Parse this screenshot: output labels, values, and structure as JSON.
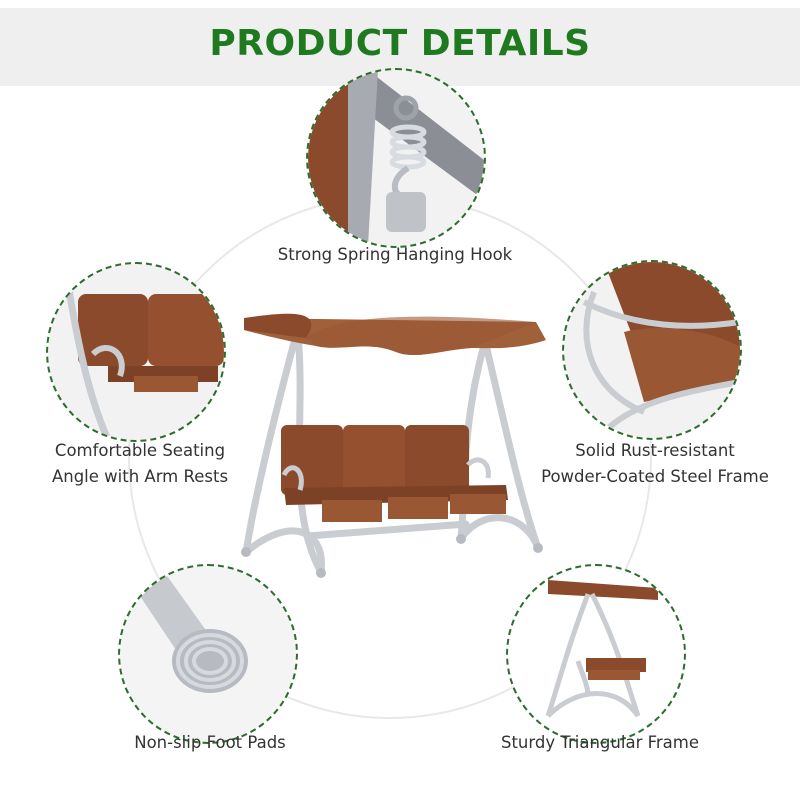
{
  "header": {
    "title": "PRODUCT DETAILS",
    "title_color": "#1f7a1f",
    "band_color": "#efefef"
  },
  "colors": {
    "dash_ring": "#2c6e2c",
    "caption_text": "#333333",
    "cushion_brown": "#8b4a2b",
    "frame_grey": "#c9ccd1"
  },
  "features": [
    {
      "icon": "spring-hook-photo",
      "caption_lines": [
        "Strong Spring Hanging Hook"
      ]
    },
    {
      "icon": "seat-armrest-photo",
      "caption_lines": [
        "Comfortable Seating",
        "Angle with Arm Rests"
      ]
    },
    {
      "icon": "steel-frame-photo",
      "caption_lines": [
        "Solid Rust-resistant",
        "Powder-Coated Steel Frame"
      ]
    },
    {
      "icon": "foot-pad-photo",
      "caption_lines": [
        "Non-slip Foot Pads"
      ]
    },
    {
      "icon": "triangular-frame-photo",
      "caption_lines": [
        "Sturdy Triangular Frame"
      ]
    }
  ],
  "main_product": {
    "icon": "canopy-swing-photo"
  }
}
